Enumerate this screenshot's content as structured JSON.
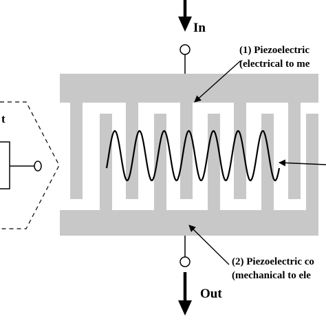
{
  "labels": {
    "input": "In",
    "output": "Out",
    "input_transducer_line1": "(1) Piezoelectric",
    "input_transducer_line2": "(electrical to me",
    "output_transducer_line1": "(2) Piezoelectric co",
    "output_transducer_line2": "(mechanical to ele",
    "left_box_fragment": "t"
  },
  "colors": {
    "electrode": "#c8c8c8",
    "line": "#000000",
    "background": "#ffffff"
  },
  "electrodes": {
    "top_fingers": 5,
    "bottom_fingers": 5
  },
  "wave": {
    "cycles": 7
  },
  "icons": {
    "input_arrow": "arrow-down-icon",
    "output_arrow": "arrow-down-icon",
    "input_terminal": "terminal-circle-icon",
    "output_terminal": "terminal-circle-icon"
  }
}
